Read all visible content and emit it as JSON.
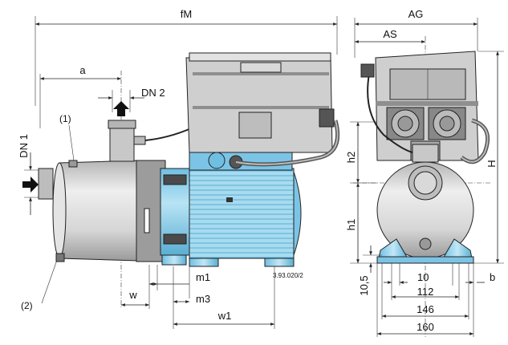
{
  "labels": {
    "fM": "fM",
    "a": "a",
    "DN2": "DN 2",
    "DN1": "DN 1",
    "callout1": "(1)",
    "callout2": "(2)",
    "m1": "m1",
    "m3": "m3",
    "w": "w",
    "w1": "w1",
    "drawing_code": "3.93.020/2",
    "AG": "AG",
    "AS": "AS",
    "h2": "h2",
    "h1": "h1",
    "H": "H",
    "d10_5": "10,5",
    "d10": "10",
    "b": "b",
    "d112": "112",
    "d146": "146",
    "d160": "160"
  },
  "colors": {
    "pump_blue": "#8fd0ea",
    "pump_blue_dark": "#5aaed3",
    "housing_gray": "#c9c9c9",
    "housing_dark": "#8c8c8c",
    "line": "#222222"
  }
}
